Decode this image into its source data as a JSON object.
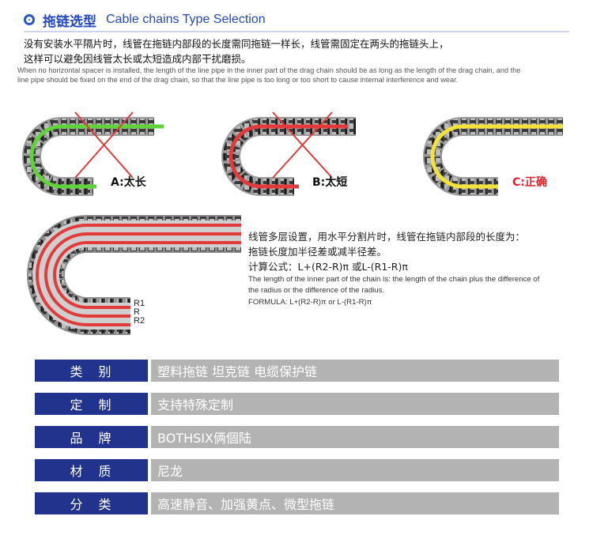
{
  "header": {
    "title_cn": "拖链选型",
    "title_en": "Cable chains Type Selection"
  },
  "intro": {
    "cn_line1": "没有安装水平隔片时，线管在拖链内部段的长度需同拖链一样长，线管需固定在两头的拖链头上，",
    "cn_line2": "这样可以避免因线管太长或太短造成内部干扰磨损。",
    "en_line1": "When no horizontal spacer is installed, the length of the line pipe in the inner part of the drag chain should be as long as the length of the drag chain, and the",
    "en_line2": "line pipe should be fixed on the end of the drag chain, so that the line pipe is too long or too short to cause internal interference and wear."
  },
  "examples": {
    "a_label": "A:太长",
    "b_label": "B:太短",
    "c_label": "C:正确"
  },
  "multilayer": {
    "cn_line1": "线管多层设置，用水平分割片时，线管在拖链内部段的长度为：",
    "cn_line2": "拖链长度加半径差或减半径差。",
    "cn_line3": "计算公式：L+(R2-R)π 或L-(R1-R)π",
    "en_line1": "The length of the inner part of the chain is: the length of the chain plus the difference of",
    "en_line2": "the radius or the difference of the radius.",
    "en_line3": "FORMULA: L+(R2-R)π or L-(R1-R)π",
    "label_r1": "R1",
    "label_r": "R",
    "label_r2": "R2"
  },
  "specs": [
    {
      "key": "类　别",
      "value": "塑料拖链 坦克链 电缆保护链"
    },
    {
      "key": "定　制",
      "value": "支持特殊定制"
    },
    {
      "key": "品　牌",
      "value": "BOTHSIX俩個陆"
    },
    {
      "key": "材　质",
      "value": "尼龙"
    },
    {
      "key": "分　类",
      "value": "高速静音、加强黄点、微型拖链"
    }
  ],
  "colors": {
    "title_blue": "#2448c0",
    "spec_key_bg": "#22338e",
    "spec_value_bg": "#b3b3b3",
    "pipe_green": "#5fd33a",
    "pipe_red": "#e23b3b",
    "pipe_yellow": "#f2e23a",
    "correct_red": "#e0202a"
  }
}
